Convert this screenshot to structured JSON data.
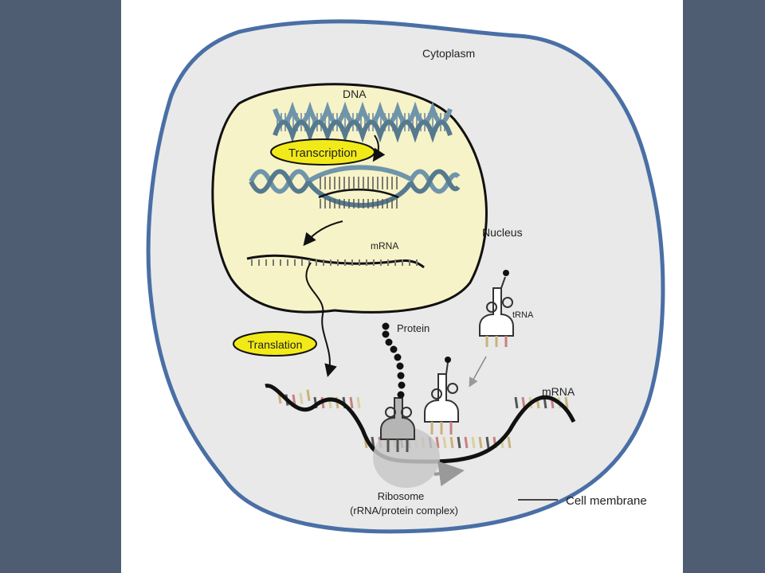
{
  "colors": {
    "side_panel": "#4e5d72",
    "page": "#ffffff",
    "cell_fill": "#e9e9e9",
    "cell_outline": "#4a6fa5",
    "nucleus_fill": "#f7f3c8",
    "dna_strand": "#6f95aa",
    "callout_fill": "#f2ea18",
    "ribosome": "#c8c8c8"
  },
  "labels": {
    "cytoplasm": "Cytoplasm",
    "dna": "DNA",
    "transcription": "Transcription",
    "mrna_nucleus": "mRNA",
    "nucleus": "Nucleus",
    "trna": "tRNA",
    "protein": "Protein",
    "translation": "Translation",
    "mrna_cytoplasm": "mRNA",
    "ribosome": "Ribosome",
    "ribosome_sub": "(rRNA/protein complex)",
    "cell_membrane": "Cell membrane"
  }
}
